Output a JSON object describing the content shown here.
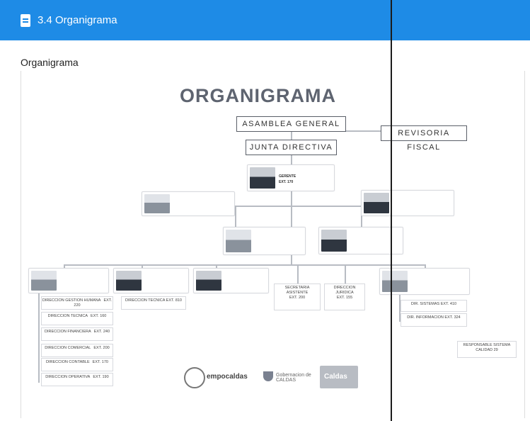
{
  "header": {
    "title": "3.4 Organigrama",
    "icon": "document-icon",
    "color": "#1e8be6"
  },
  "section": {
    "label": "Organigrama"
  },
  "chart": {
    "title": "ORGANIGRAMA",
    "asamblea": "ASAMBLEA GENERAL",
    "revisoria": "REVISORIA FISCAL",
    "junta": "JUNTA DIRECTIVA",
    "gerente": {
      "role": "GERENTE",
      "ext": "EXT. 170"
    },
    "secretaria": {
      "l1": "SECRETARIA",
      "l2": "ASISTENTE",
      "ext": "EXT. 200"
    },
    "asistente": {
      "l1": "DIRECCION",
      "l2": "JURIDICA",
      "ext": "EXT. 155"
    },
    "sub1": [
      "DIRECCION GESTION HUMANA",
      "DIRECCION TECNICA",
      "DIRECCION FINANCIERA",
      "DIRECCION COMERCIAL",
      "DIRECCION CONTABLE",
      "DIRECCION OPERATIVA"
    ],
    "sub1_ext": [
      "EXT. 220",
      "EXT. 160",
      "EXT. 240",
      "EXT. 200",
      "EXT. 170",
      "EXT. 190"
    ],
    "tecnica": {
      "name": "DIRECCION TECNICA",
      "ext": "EXT. 810"
    },
    "sub3": [
      "DIR. SISTEMAS",
      "DIR. INFORMACION"
    ],
    "sub3_ext": [
      "EXT. 410",
      "EXT. 324"
    ],
    "aux": {
      "l1": "RESPONSABLE SISTEMA",
      "l2": "CALIDAD 29"
    }
  },
  "logos": [
    "empocaldas",
    "Gobernacion de CALDAS",
    "Caldas"
  ]
}
